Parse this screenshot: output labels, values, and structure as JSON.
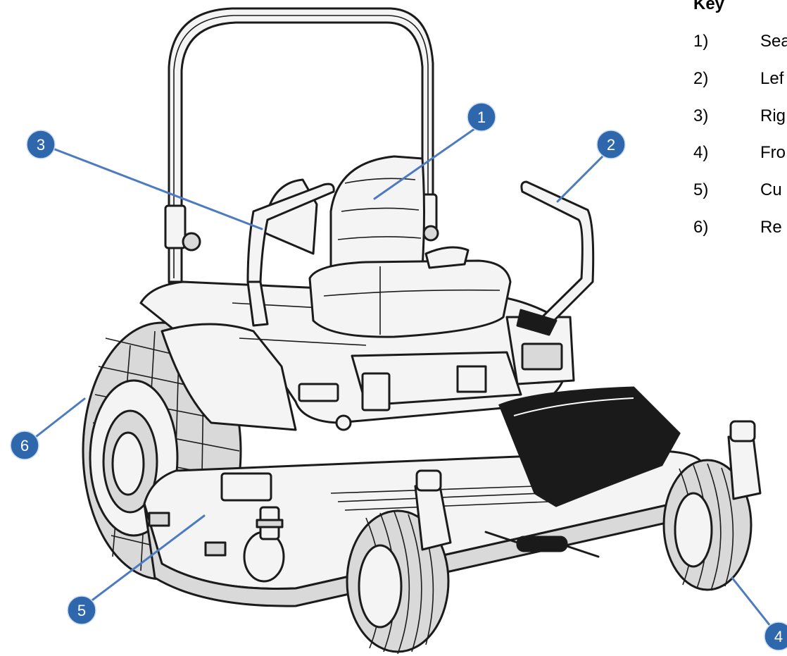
{
  "key": {
    "title": "Key",
    "items": [
      {
        "num": "1)",
        "label": "Sea"
      },
      {
        "num": "2)",
        "label": "Lef"
      },
      {
        "num": "3)",
        "label": "Rig"
      },
      {
        "num": "4)",
        "label": "Fro"
      },
      {
        "num": "5)",
        "label": "Cu"
      },
      {
        "num": "6)",
        "label": "Re"
      }
    ]
  },
  "callouts": [
    "1",
    "2",
    "3",
    "4",
    "5",
    "6"
  ],
  "colors": {
    "callout_fill": "#2f67ad",
    "leader_line": "#4c7bbf",
    "line_art": "#1b1b1b"
  }
}
